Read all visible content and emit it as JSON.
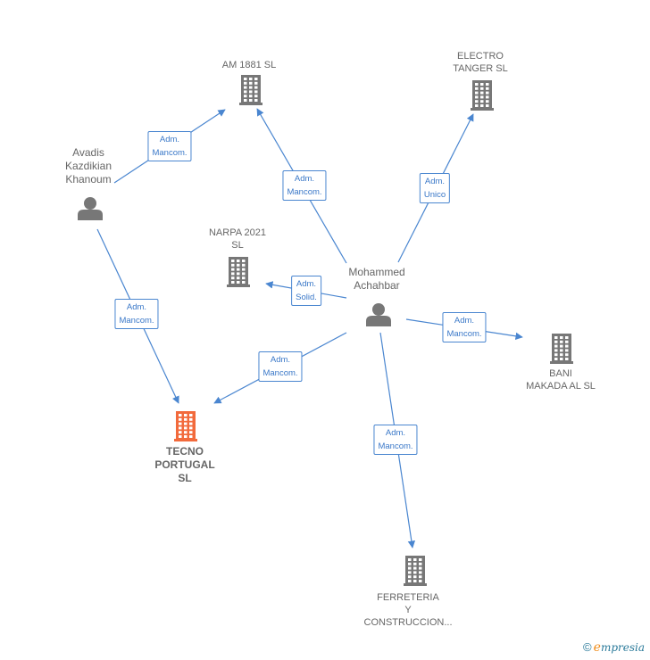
{
  "nodes": [
    {
      "id": "am1881",
      "kind": "company",
      "label": "AM 1881  SL"
    },
    {
      "id": "electro",
      "kind": "company",
      "label": "ELECTRO\nTANGER  SL"
    },
    {
      "id": "avadis",
      "kind": "person",
      "label": "Avadis\nKazdikian\nKhanoum"
    },
    {
      "id": "narpa",
      "kind": "company",
      "label": "NARPA 2021\nSL"
    },
    {
      "id": "mohammed",
      "kind": "person",
      "label": "Mohammed\nAchahbar"
    },
    {
      "id": "bani",
      "kind": "company",
      "label": "BANI\nMAKADA AL  SL"
    },
    {
      "id": "tecno",
      "kind": "company-focus",
      "label": "TECNO\nPORTUGAL\nSL"
    },
    {
      "id": "ferreteria",
      "kind": "company",
      "label": "FERRETERIA\nY\nCONSTRUCCION..."
    }
  ],
  "edges": [
    {
      "id": "e1",
      "from": "avadis",
      "to": "am1881",
      "label": "Adm.\nMancom."
    },
    {
      "id": "e2",
      "from": "mohammed",
      "to": "am1881",
      "label": "Adm.\nMancom."
    },
    {
      "id": "e3",
      "from": "mohammed",
      "to": "electro",
      "label": "Adm.\nUnico"
    },
    {
      "id": "e4",
      "from": "mohammed",
      "to": "narpa",
      "label": "Adm.\nSolid."
    },
    {
      "id": "e5",
      "from": "mohammed",
      "to": "bani",
      "label": "Adm.\nMancom."
    },
    {
      "id": "e6",
      "from": "mohammed",
      "to": "tecno",
      "label": "Adm.\nMancom."
    },
    {
      "id": "e7",
      "from": "avadis",
      "to": "tecno",
      "label": "Adm.\nMancom."
    },
    {
      "id": "e8",
      "from": "mohammed",
      "to": "ferreteria",
      "label": "Adm.\nMancom."
    }
  ],
  "colors": {
    "edge": "#4a86d0",
    "company_icon": "#777777",
    "focus_icon": "#f26a3c",
    "person_icon": "#777777"
  },
  "brand": {
    "copyright": "©",
    "e": "e",
    "name": "mpresia"
  }
}
